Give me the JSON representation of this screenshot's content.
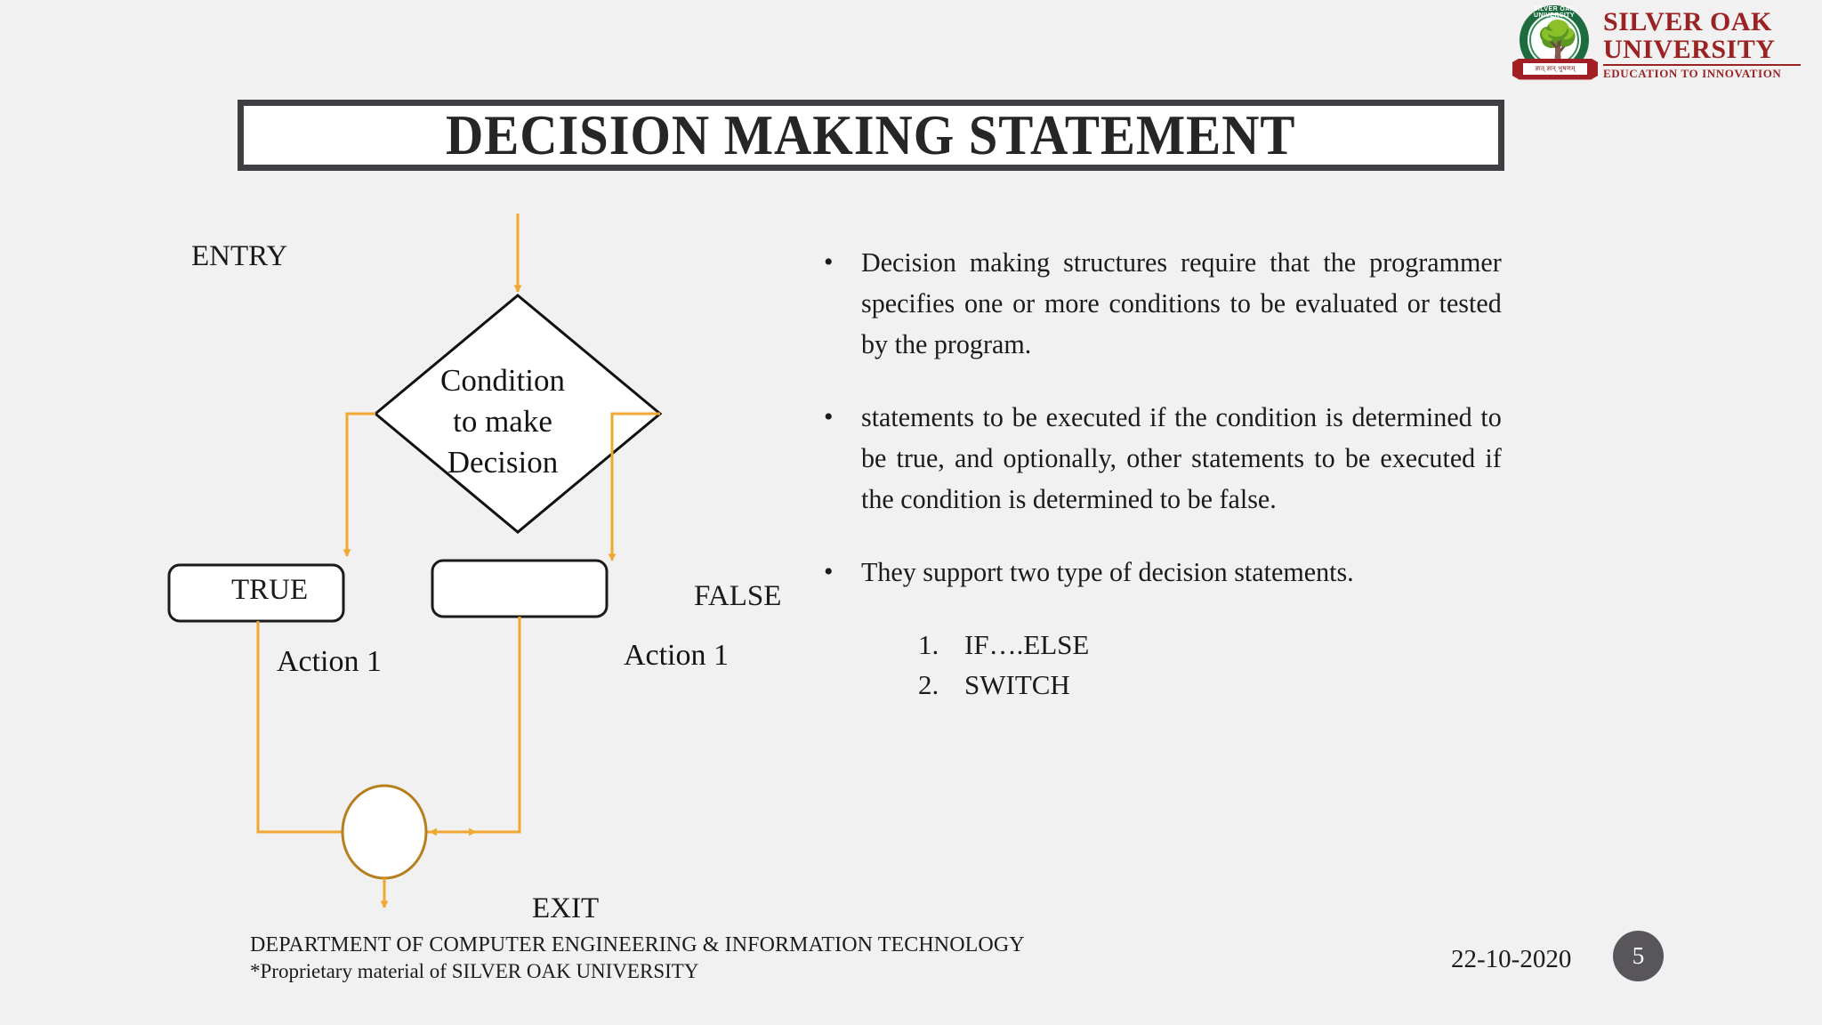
{
  "slide": {
    "background_color": "#f2f1f2",
    "title": "DECISION MAKING STATEMENT",
    "date": "22-10-2020",
    "slide_number": "5",
    "accent_color": "#f0a830",
    "title_border_color": "#3f3f43",
    "slide_number_bg": "#58565a"
  },
  "logo": {
    "line1": "SILVER OAK",
    "line2": "UNIVERSITY",
    "tagline": "EDUCATION TO INNOVATION",
    "emblem_arch_text": "SILVER OAK UNIVERSITY",
    "emblem_banner_text": "ज्ञात् ज्ञान् भुषणम्",
    "emblem_color": "#1d6b3f",
    "wordmark_color": "#9b2222"
  },
  "flowchart": {
    "entry_label": "ENTRY",
    "exit_label": "EXIT",
    "true_label": "TRUE",
    "false_label": "FALSE",
    "decision_text": "Condition to make Decision",
    "decision_line1": "Condition",
    "decision_line2": "to make",
    "decision_line3": "Decision",
    "action_left": "Action 1",
    "action_right": "Action 1"
  },
  "content": {
    "bullet_marker": "•",
    "bullets": [
      "Decision making structures require that the programmer specifies one or more conditions to be evaluated or tested by the program.",
      "statements to be executed if the condition is determined to be true, and optionally, other statements to be executed if the condition is determined to be false.",
      "They support two type of decision statements."
    ],
    "numbered": [
      {
        "index": "1.",
        "label": "IF….ELSE"
      },
      {
        "index": "2.",
        "label": "SWITCH"
      }
    ]
  },
  "footer": {
    "line1": "DEPARTMENT OF COMPUTER ENGINEERING & INFORMATION TECHNOLOGY",
    "line2": "*Proprietary material of SILVER OAK UNIVERSITY"
  }
}
